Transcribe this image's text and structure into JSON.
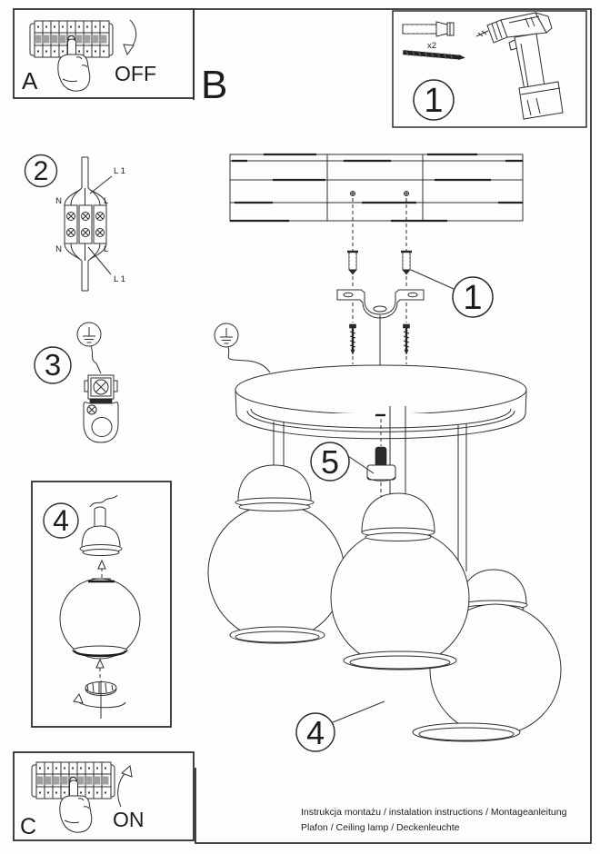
{
  "panel_a": {
    "label": "A",
    "action": "OFF"
  },
  "panel_b": {
    "label": "B"
  },
  "panel_c": {
    "label": "C",
    "action": "ON"
  },
  "step2": {
    "num": "2",
    "n_top": "N",
    "l_top": "L",
    "n_bot": "N",
    "l_bot": "L",
    "l1_top": "L 1",
    "l1_bot": "L 1"
  },
  "step3": {
    "num": "3"
  },
  "step4": {
    "num": "4"
  },
  "parts": {
    "num": "1",
    "qty": "x2"
  },
  "callouts": {
    "anchor_screw": "1",
    "cable_grip": "5",
    "shade": "4"
  },
  "footer": {
    "line1": "Instrukcja montażu / instalation instructions / Montageanleitung",
    "line2": "Plafon / Ceiling lamp / Deckenleuchte"
  }
}
